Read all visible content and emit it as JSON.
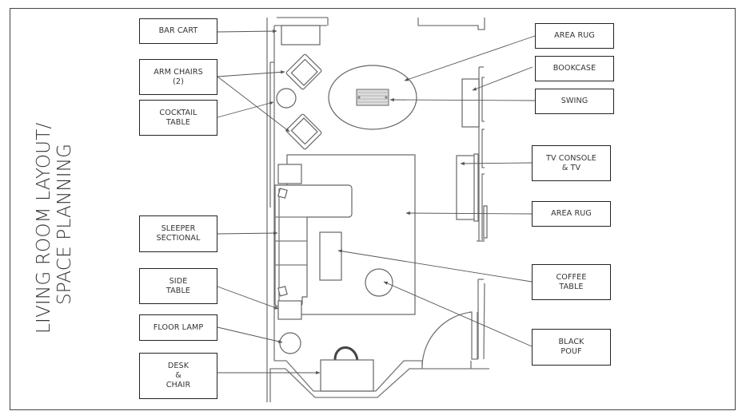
{
  "title": {
    "line1": "LIVING ROOM LAYOUT/",
    "line2": "SPACE PLANNING"
  },
  "labels": {
    "bar_cart": "BAR CART",
    "arm_chairs": "ARM CHAIRS\n(2)",
    "cocktail_table": "COCKTAIL\nTABLE",
    "sleeper_sectional": "SLEEPER\nSECTIONAL",
    "side_table": "SIDE\nTABLE",
    "floor_lamp": "FLOOR LAMP",
    "desk_chair": "DESK\n&\nCHAIR",
    "area_rug_top": "AREA RUG",
    "bookcase": "BOOKCASE",
    "swing": "SWING",
    "tv_console": "TV CONSOLE\n& TV",
    "area_rug_main": "AREA RUG",
    "coffee_table": "COFFEE\nTABLE",
    "black_pouf": "BLACK\nPOUF"
  },
  "colors": {
    "line": "#777777",
    "text": "#333333",
    "border": "#222222"
  }
}
